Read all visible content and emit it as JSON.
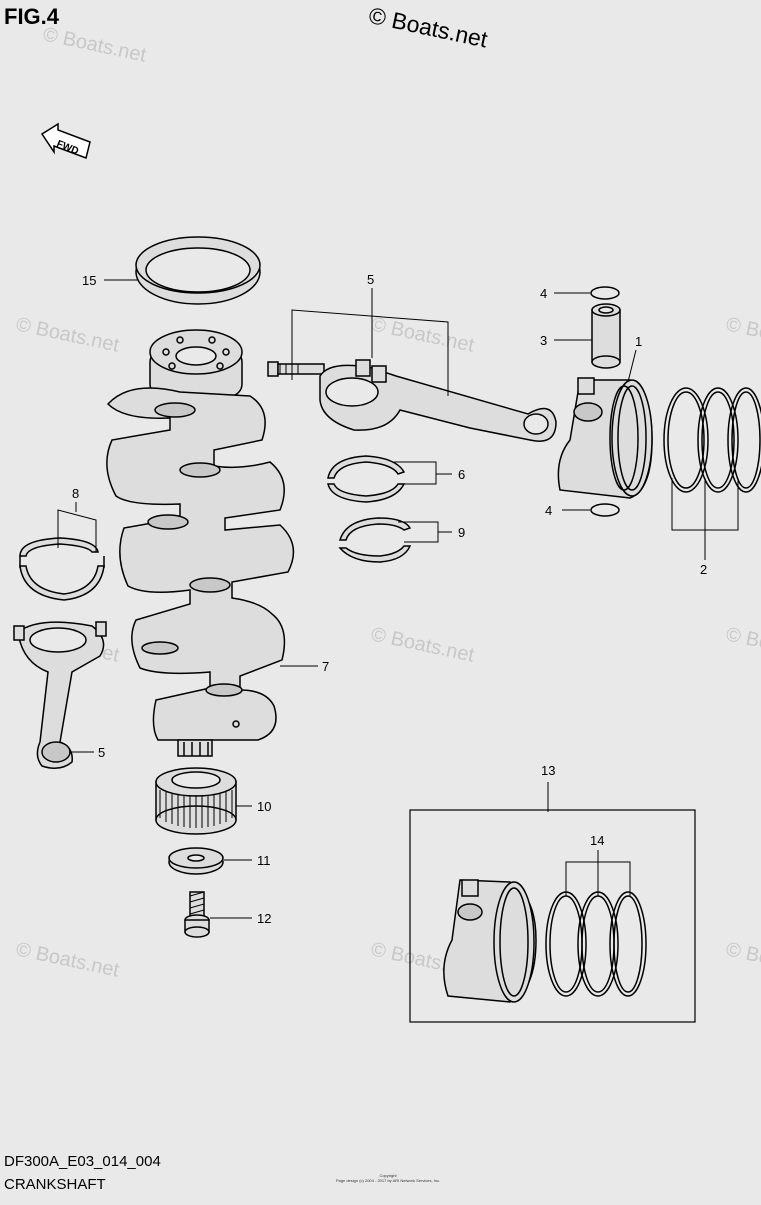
{
  "figure": {
    "title": "FIG.4",
    "copyright": "© Boats.net"
  },
  "watermark": "© Boats.net",
  "fwd_label": "FWD",
  "callouts": [
    "1",
    "2",
    "3",
    "4",
    "4",
    "5",
    "5",
    "6",
    "7",
    "8",
    "9",
    "10",
    "11",
    "12",
    "13",
    "14",
    "15"
  ],
  "footer": {
    "code": "DF300A_E03_014_004",
    "name": "CRANKSHAFT",
    "fine_print_1": "Copyright",
    "fine_print_2": "Page design (c) 2004 - 2017 by ARI Network Services, Inc."
  },
  "colors": {
    "background": "#e9e9e9",
    "line": "#000000",
    "part_fill": "#dddddd",
    "watermark": "#c4c4c4"
  }
}
